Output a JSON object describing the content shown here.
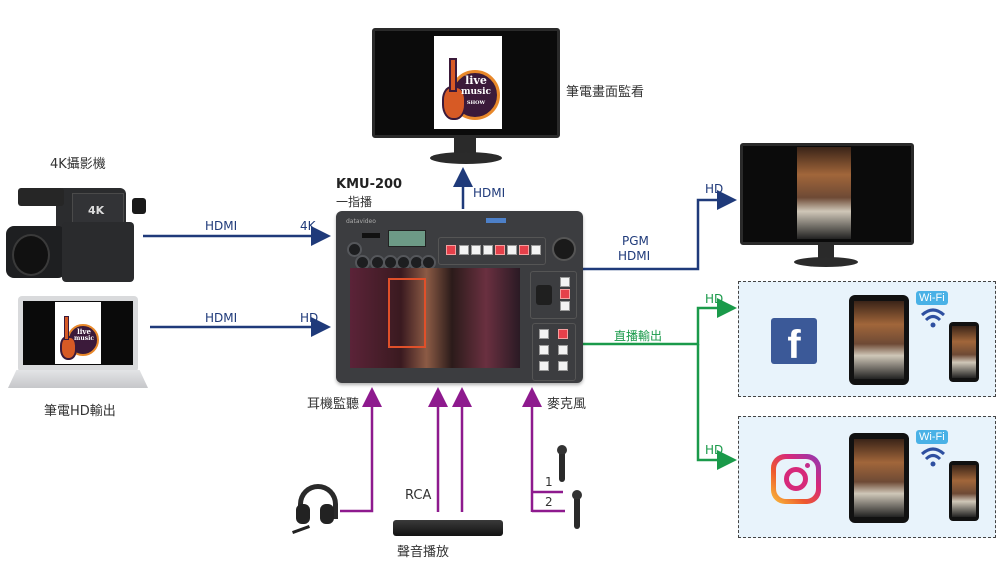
{
  "device": {
    "model": "KMU-200",
    "subtitle": "一指播"
  },
  "inputs": {
    "camera": {
      "label": "4K攝影機",
      "cable": "HDMI",
      "resolution": "4K"
    },
    "laptop": {
      "label": "筆電HD輸出",
      "cable": "HDMI",
      "resolution": "HD"
    },
    "headphones": {
      "label": "耳機監聽"
    },
    "audio_player": {
      "label": "聲音播放",
      "cable": "RCA"
    },
    "microphones": {
      "label": "麥克風",
      "channels": [
        "1",
        "2"
      ]
    }
  },
  "outputs": {
    "laptop_monitor": {
      "label": "筆電畫面監看",
      "cable": "HDMI"
    },
    "pgm_monitor": {
      "label_line1": "PGM",
      "label_line2": "HDMI",
      "resolution": "HD"
    },
    "live_stream": {
      "label": "直播輸出",
      "targets": [
        {
          "platform": "facebook",
          "icon_text": "f",
          "resolution": "HD",
          "wifi_label": "Wi-Fi"
        },
        {
          "platform": "instagram",
          "resolution": "HD",
          "wifi_label": "Wi-Fi"
        }
      ]
    }
  },
  "poster": {
    "line1": "live",
    "line2": "music",
    "line3": "SHOW"
  },
  "colors": {
    "video_line": "#1f3a7a",
    "stream_line": "#1a9a4a",
    "audio_line": "#8e1a8e",
    "wifi_badge": "#49b1e6",
    "facebook": "#3b5998"
  }
}
